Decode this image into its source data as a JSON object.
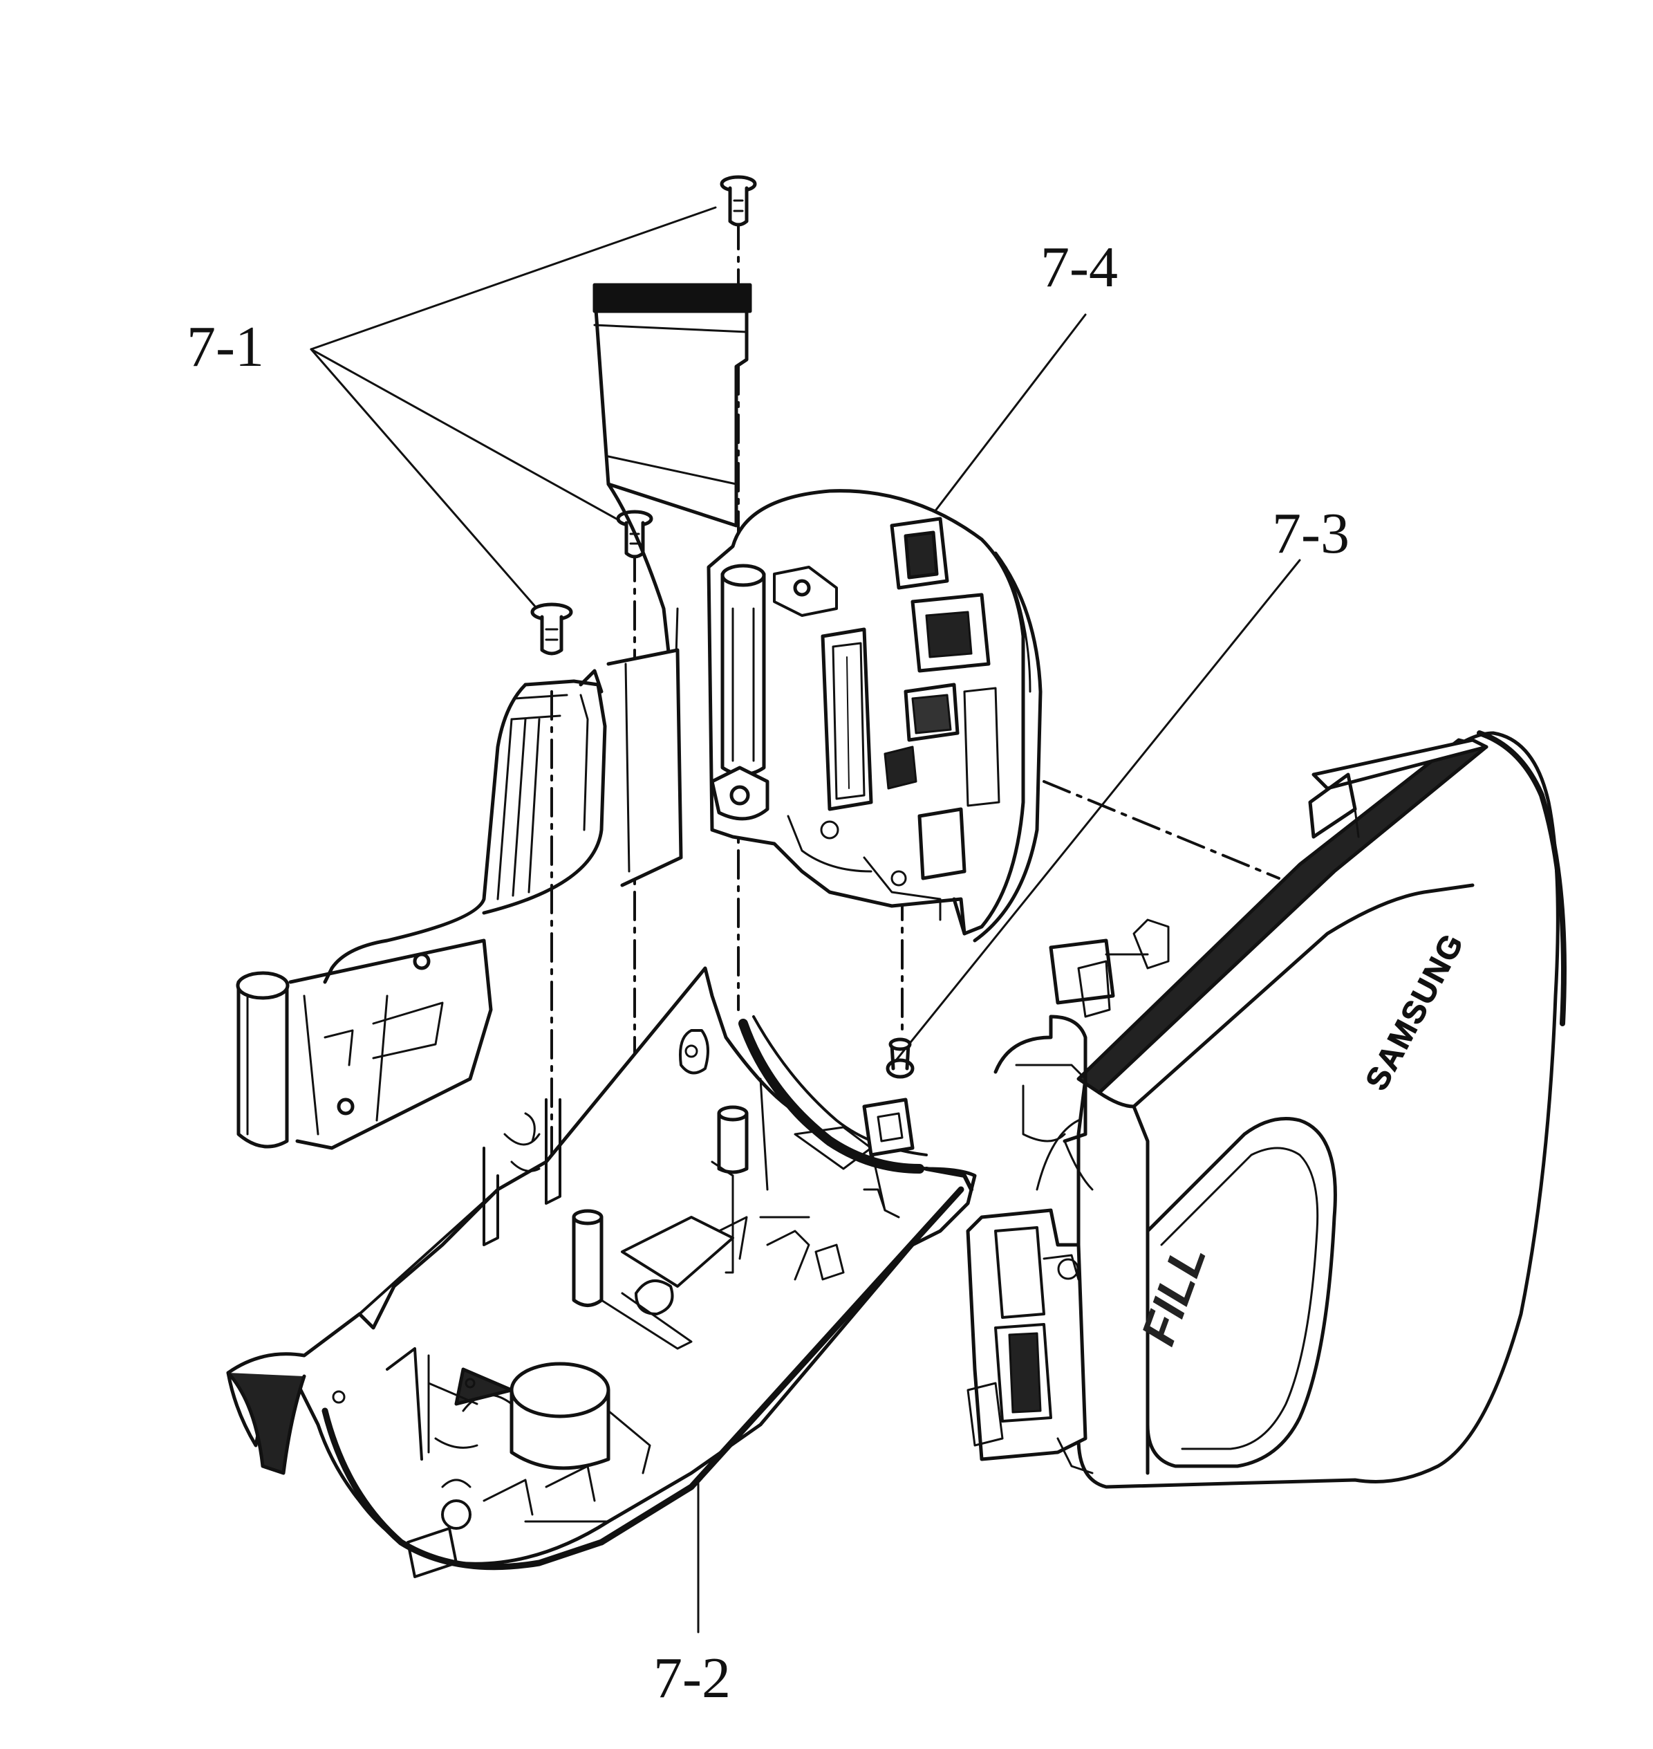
{
  "callouts": {
    "c71": "7-1",
    "c72": "7-2",
    "c73": "7-3",
    "c74": "7-4"
  },
  "brand": {
    "logo": "SAMSUNG",
    "badge": "FILL"
  },
  "colors": {
    "line": "#111111",
    "fill": "#ffffff",
    "dark": "#222222"
  }
}
